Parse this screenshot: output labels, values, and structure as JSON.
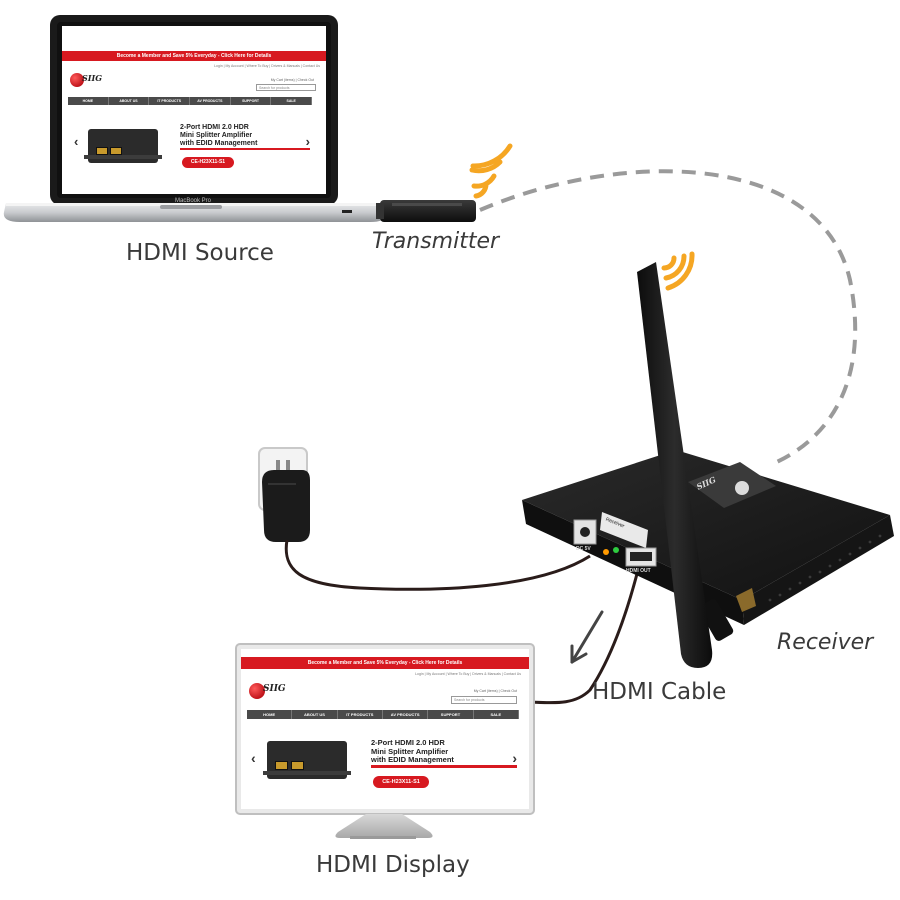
{
  "labels": {
    "hdmi_source": "HDMI Source",
    "transmitter": "Transmitter",
    "receiver": "Receiver",
    "hdmi_cable": "HDMI Cable",
    "hdmi_display": "HDMI Display"
  },
  "laptop": {
    "brand": "MacBook Pro"
  },
  "website": {
    "promo": "Become a Member and Save 5% Everyday - Click Here for Details",
    "util_links": "Login | My Account | Where To Buy | Drivers & Manuals | Contact Us",
    "logo": "SIIG",
    "cart": "My Cart (items) | Check Out",
    "search_placeholder": "Search for products",
    "nav": [
      "HOME",
      "ABOUT US",
      "IT PRODUCTS",
      "AV PRODUCTS",
      "SUPPORT",
      "SALE"
    ],
    "product_title": "2-Port HDMI 2.0 HDR\nMini Splitter Amplifier\nwith EDID Management",
    "product_sku": "CE-H23X11-S1",
    "prev_arrow": "‹",
    "next_arrow": "›"
  },
  "receiver_device": {
    "logo": "SIIG",
    "port_dc": "DC 5V",
    "port_hdmi": "HDMI OUT",
    "side_label": "Receiver"
  },
  "colors": {
    "accent_red": "#d71920",
    "signal_orange": "#f5a623",
    "device_black": "#1c1c1c",
    "wireless_dash": "#9a9a9a"
  }
}
